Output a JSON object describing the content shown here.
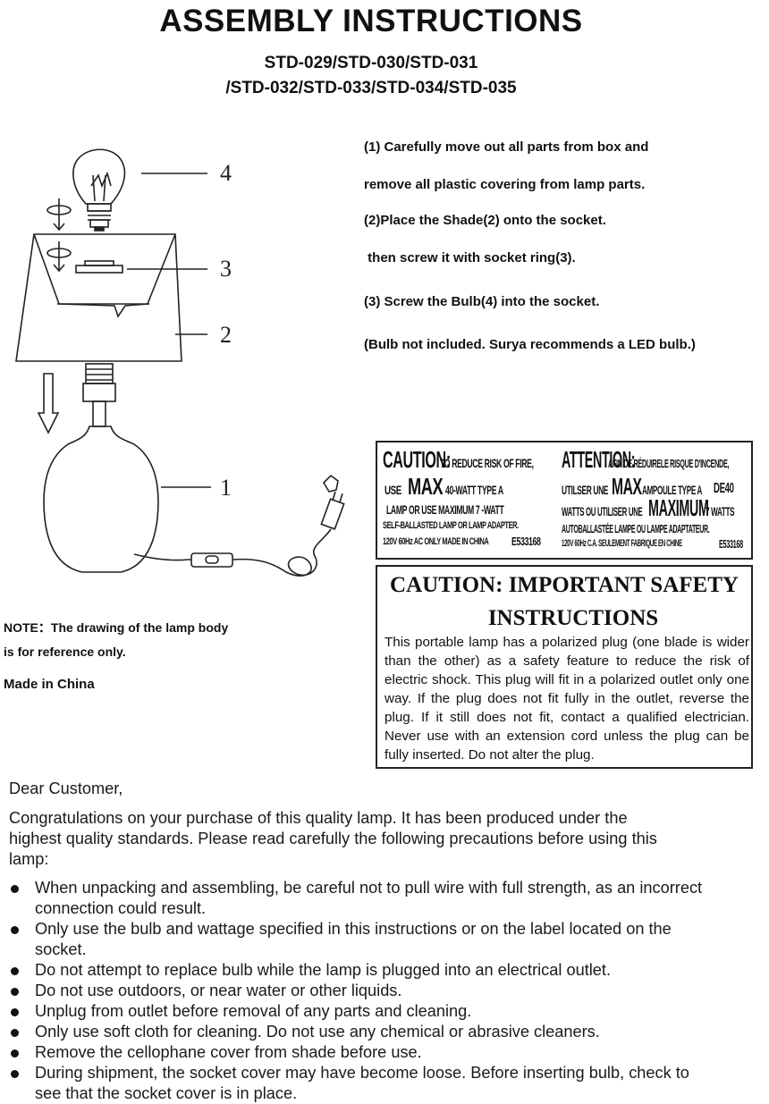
{
  "header": {
    "title": "ASSEMBLY INSTRUCTIONS",
    "models_line1": "STD-029/STD-030/STD-031",
    "models_line2": "/STD-032/STD-033/STD-034/STD-035"
  },
  "diagram": {
    "callouts": [
      "4",
      "3",
      "2",
      "1"
    ]
  },
  "steps": [
    "(1) Carefully move out all parts from box and",
    "remove all plastic covering from lamp parts.",
    "(2)Place the Shade(2) onto the socket.",
    " then screw it with socket ring(3).",
    "(3) Screw the Bulb(4) into the socket.",
    "(Bulb not included. Surya recommends a LED bulb.)"
  ],
  "caution_label": {
    "en_title": "CAUTION:",
    "en_line1_rest": "TO REDUCE RISK OF FIRE,",
    "en_use": "USE",
    "en_max": "MAX",
    "en_watt": "40-WATT TYPE A",
    "en_line3": "LAMP OR USE MAXIMUM  7 -WATT",
    "en_line4": "SELF-BALLASTED    LAMP OR LAMP ADAPTER.",
    "en_line5": "120V 60Hz AC ONLY MADE IN CHINA",
    "en_code": "E533168",
    "fr_title": "ATTENTION:",
    "fr_line1_rest": "AFIN DE RÉDUIRELE RISQUE D'INCENDE,",
    "fr_utiliser": "UTILSER UNE",
    "fr_max": "MAX",
    "fr_ampoule": "AMPOULE TYPE A",
    "fr_de40": "DE40",
    "fr_watts_ou": "WATTS OU UTILISER UNE",
    "fr_maximum": "MAXIMUM",
    "fr_7watts": "7 WATTS",
    "fr_line4": "AUTOBALLASTÉE    LAMPE OU LAMPE ADAPTATEUR.",
    "fr_line5": "120V 60Hz C.A. SEULEMENT FABRIQUE EN CHINE",
    "fr_code": "E533168"
  },
  "safety": {
    "title_line1": "CAUTION: IMPORTANT SAFETY",
    "title_line2": "INSTRUCTIONS",
    "body": "This portable lamp has a polarized plug (one blade is wider than the other) as a safety feature to reduce the risk of electric shock. This plug will fit in a polarized outlet only one way. If the plug does not fit fully in the outlet, reverse the plug. If it still does not fit, contact a qualified electrician. Never use with an extension cord unless the plug can be fully inserted. Do not alter the plug."
  },
  "note": {
    "text": "NOTE：The drawing of the lamp body is for reference only.",
    "made_in": "Made in China"
  },
  "customer": {
    "greeting": "Dear Customer,",
    "intro": "Congratulations on your purchase of this quality lamp. It has been produced under the highest quality standards. Please read carefully the following precautions before using this lamp:",
    "precautions": [
      "When unpacking and assembling, be careful not to pull wire with full strength, as an incorrect connection could result.",
      "Only use the bulb and wattage specified in this instructions or on the label located on the socket.",
      "Do not attempt to replace bulb while the lamp is plugged into an electrical outlet.",
      "Do not use outdoors, or near water or other liquids.",
      "Unplug from outlet before removal of any parts and cleaning.",
      "Only use soft cloth for cleaning. Do not use any chemical or abrasive cleaners.",
      "Remove the cellophane cover from shade before use.",
      "During shipment, the socket cover may have become loose. Before inserting bulb, check to see that the socket cover is in place."
    ]
  }
}
